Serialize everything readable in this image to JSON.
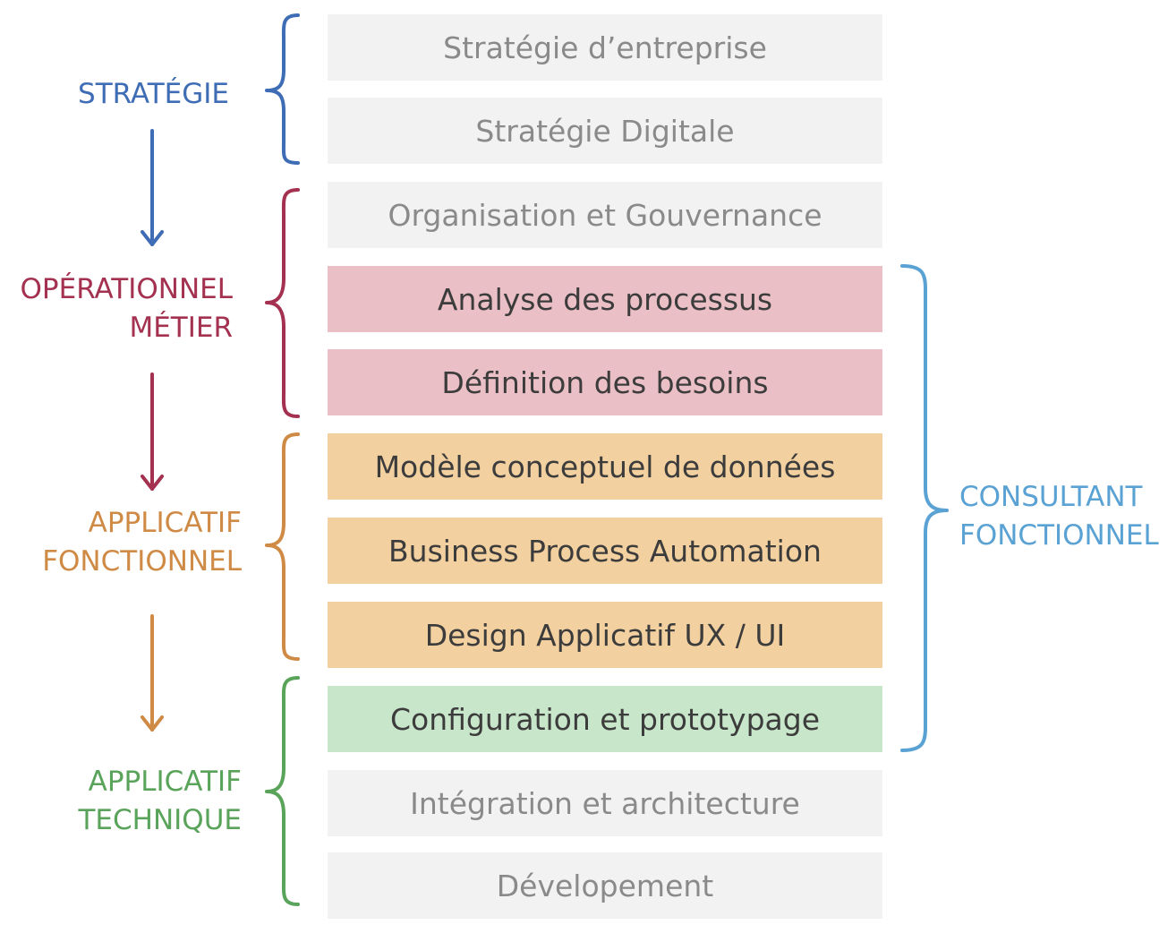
{
  "colors": {
    "strategie": "#3f6db5",
    "operationnel": "#a3314f",
    "applicatif_fonctionnel": "#cf8a45",
    "applicatif_technique": "#5aa35a",
    "consultant": "#5aa2d3"
  },
  "groups": {
    "strategie": {
      "lines": [
        "STRATÉGIE"
      ]
    },
    "operationnel": {
      "lines": [
        "OPÉRATIONNEL",
        "MÉTIER"
      ]
    },
    "applicatif_fonctionnel": {
      "lines": [
        "APPLICATIF",
        "FONCTIONNEL"
      ]
    },
    "applicatif_technique": {
      "lines": [
        "APPLICATIF",
        "TECHNIQUE"
      ]
    }
  },
  "consultant": {
    "lines": [
      "CONSULTANT",
      "FONCTIONNEL"
    ]
  },
  "steps": [
    {
      "label": "Stratégie d’entreprise",
      "style": "gray"
    },
    {
      "label": "Stratégie Digitale",
      "style": "gray"
    },
    {
      "label": "Organisation et Gouvernance",
      "style": "gray"
    },
    {
      "label": "Analyse des processus",
      "style": "pink"
    },
    {
      "label": "Définition des besoins",
      "style": "pink"
    },
    {
      "label": "Modèle conceptuel de données",
      "style": "orange"
    },
    {
      "label": "Business Process Automation",
      "style": "orange"
    },
    {
      "label": "Design Applicatif UX / UI",
      "style": "orange"
    },
    {
      "label": "Configuration et prototypage",
      "style": "green"
    },
    {
      "label": "Intégration et architecture",
      "style": "gray"
    },
    {
      "label": "Dévelopement",
      "style": "gray"
    }
  ]
}
